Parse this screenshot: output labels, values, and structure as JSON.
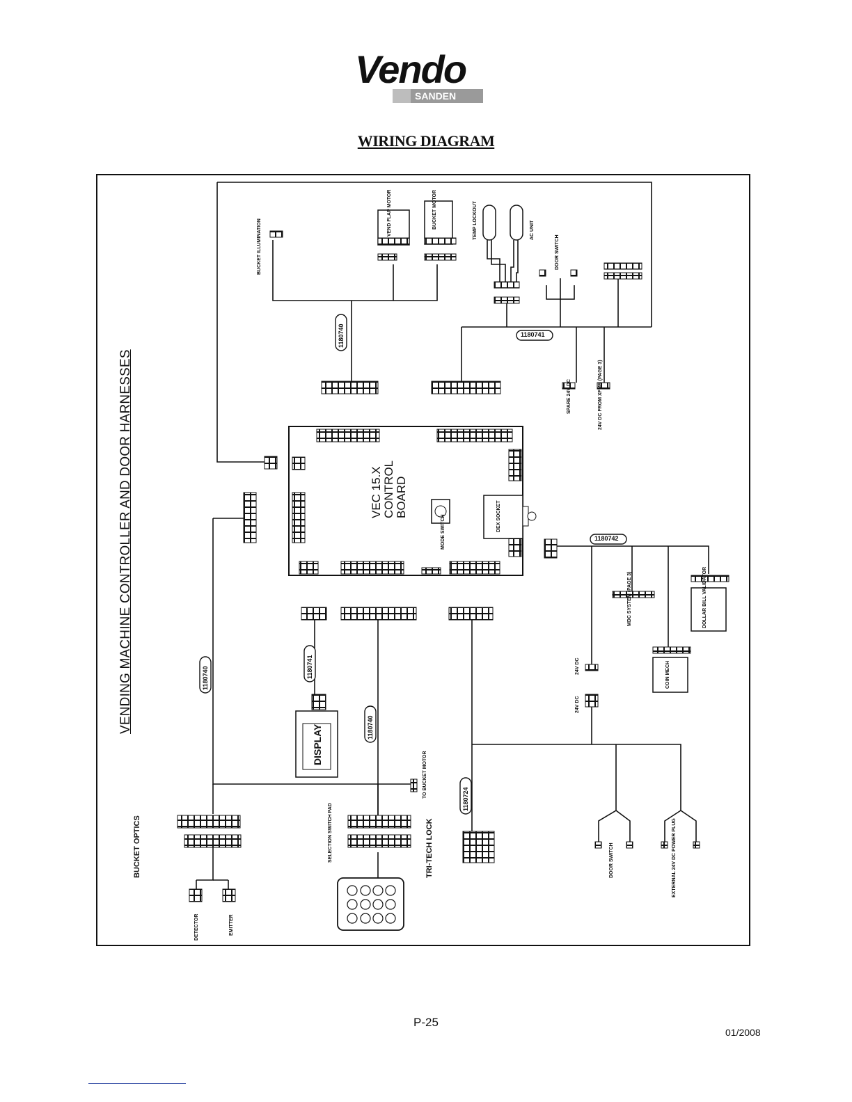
{
  "header": {
    "brand": "Vendo",
    "sub_brand_a": "SAN",
    "sub_brand_b": "DEN",
    "title": "WIRING DIAGRAM"
  },
  "diagram": {
    "side_title": "VENDING MACHINE CONTROLLER AND DOOR HARNESSES",
    "board_label": "VEC 15.X\nCONTROL\nBOARD",
    "harness_tags": [
      "1180740",
      "1180741",
      "1180742",
      "1180741",
      "1180740",
      "1180740",
      "1180724"
    ],
    "component_labels": {
      "bucket_illum": "BUCKET ILLUMINATION",
      "vend_flap_motor": "VEND FLAP MOTOR",
      "bucket_motor": "BUCKET MOTOR",
      "temp_lockout": "TEMP LOCKOUT",
      "ac_unit": "AC UNIT",
      "door_switch_top": "DOOR SWITCH",
      "display": "DISPLAY",
      "dex_socket": "DEX SOCKET",
      "mode_switch": "MODE SWITCH",
      "mdc_system": "MDC SYSTEM (PAGE 3)",
      "dollar_bill_validator": "DOLLAR BILL VALIDATOR",
      "coin_mech": "COIN MECH",
      "bucket_optics": "BUCKET OPTICS",
      "detector": "DETECTOR",
      "emitter": "EMITTER",
      "selection_switch": "SELECTION SWITCH PAD",
      "tri_tech_lock": "TRI-TECH LOCK",
      "door_switch_bottom": "DOOR SWITCH",
      "external_power_plug": "EXTERNAL 24V DC POWER PLUG",
      "v24_a": "24V DC",
      "v24_b": "24V DC",
      "spare": "SPARE 24V DC",
      "page3": "24V DC FROM XFMR (PAGE 3)",
      "to_bucket_motor": "TO BUCKET MOTOR"
    }
  },
  "footer": {
    "page_number": "P-25",
    "date": "01/2008"
  }
}
